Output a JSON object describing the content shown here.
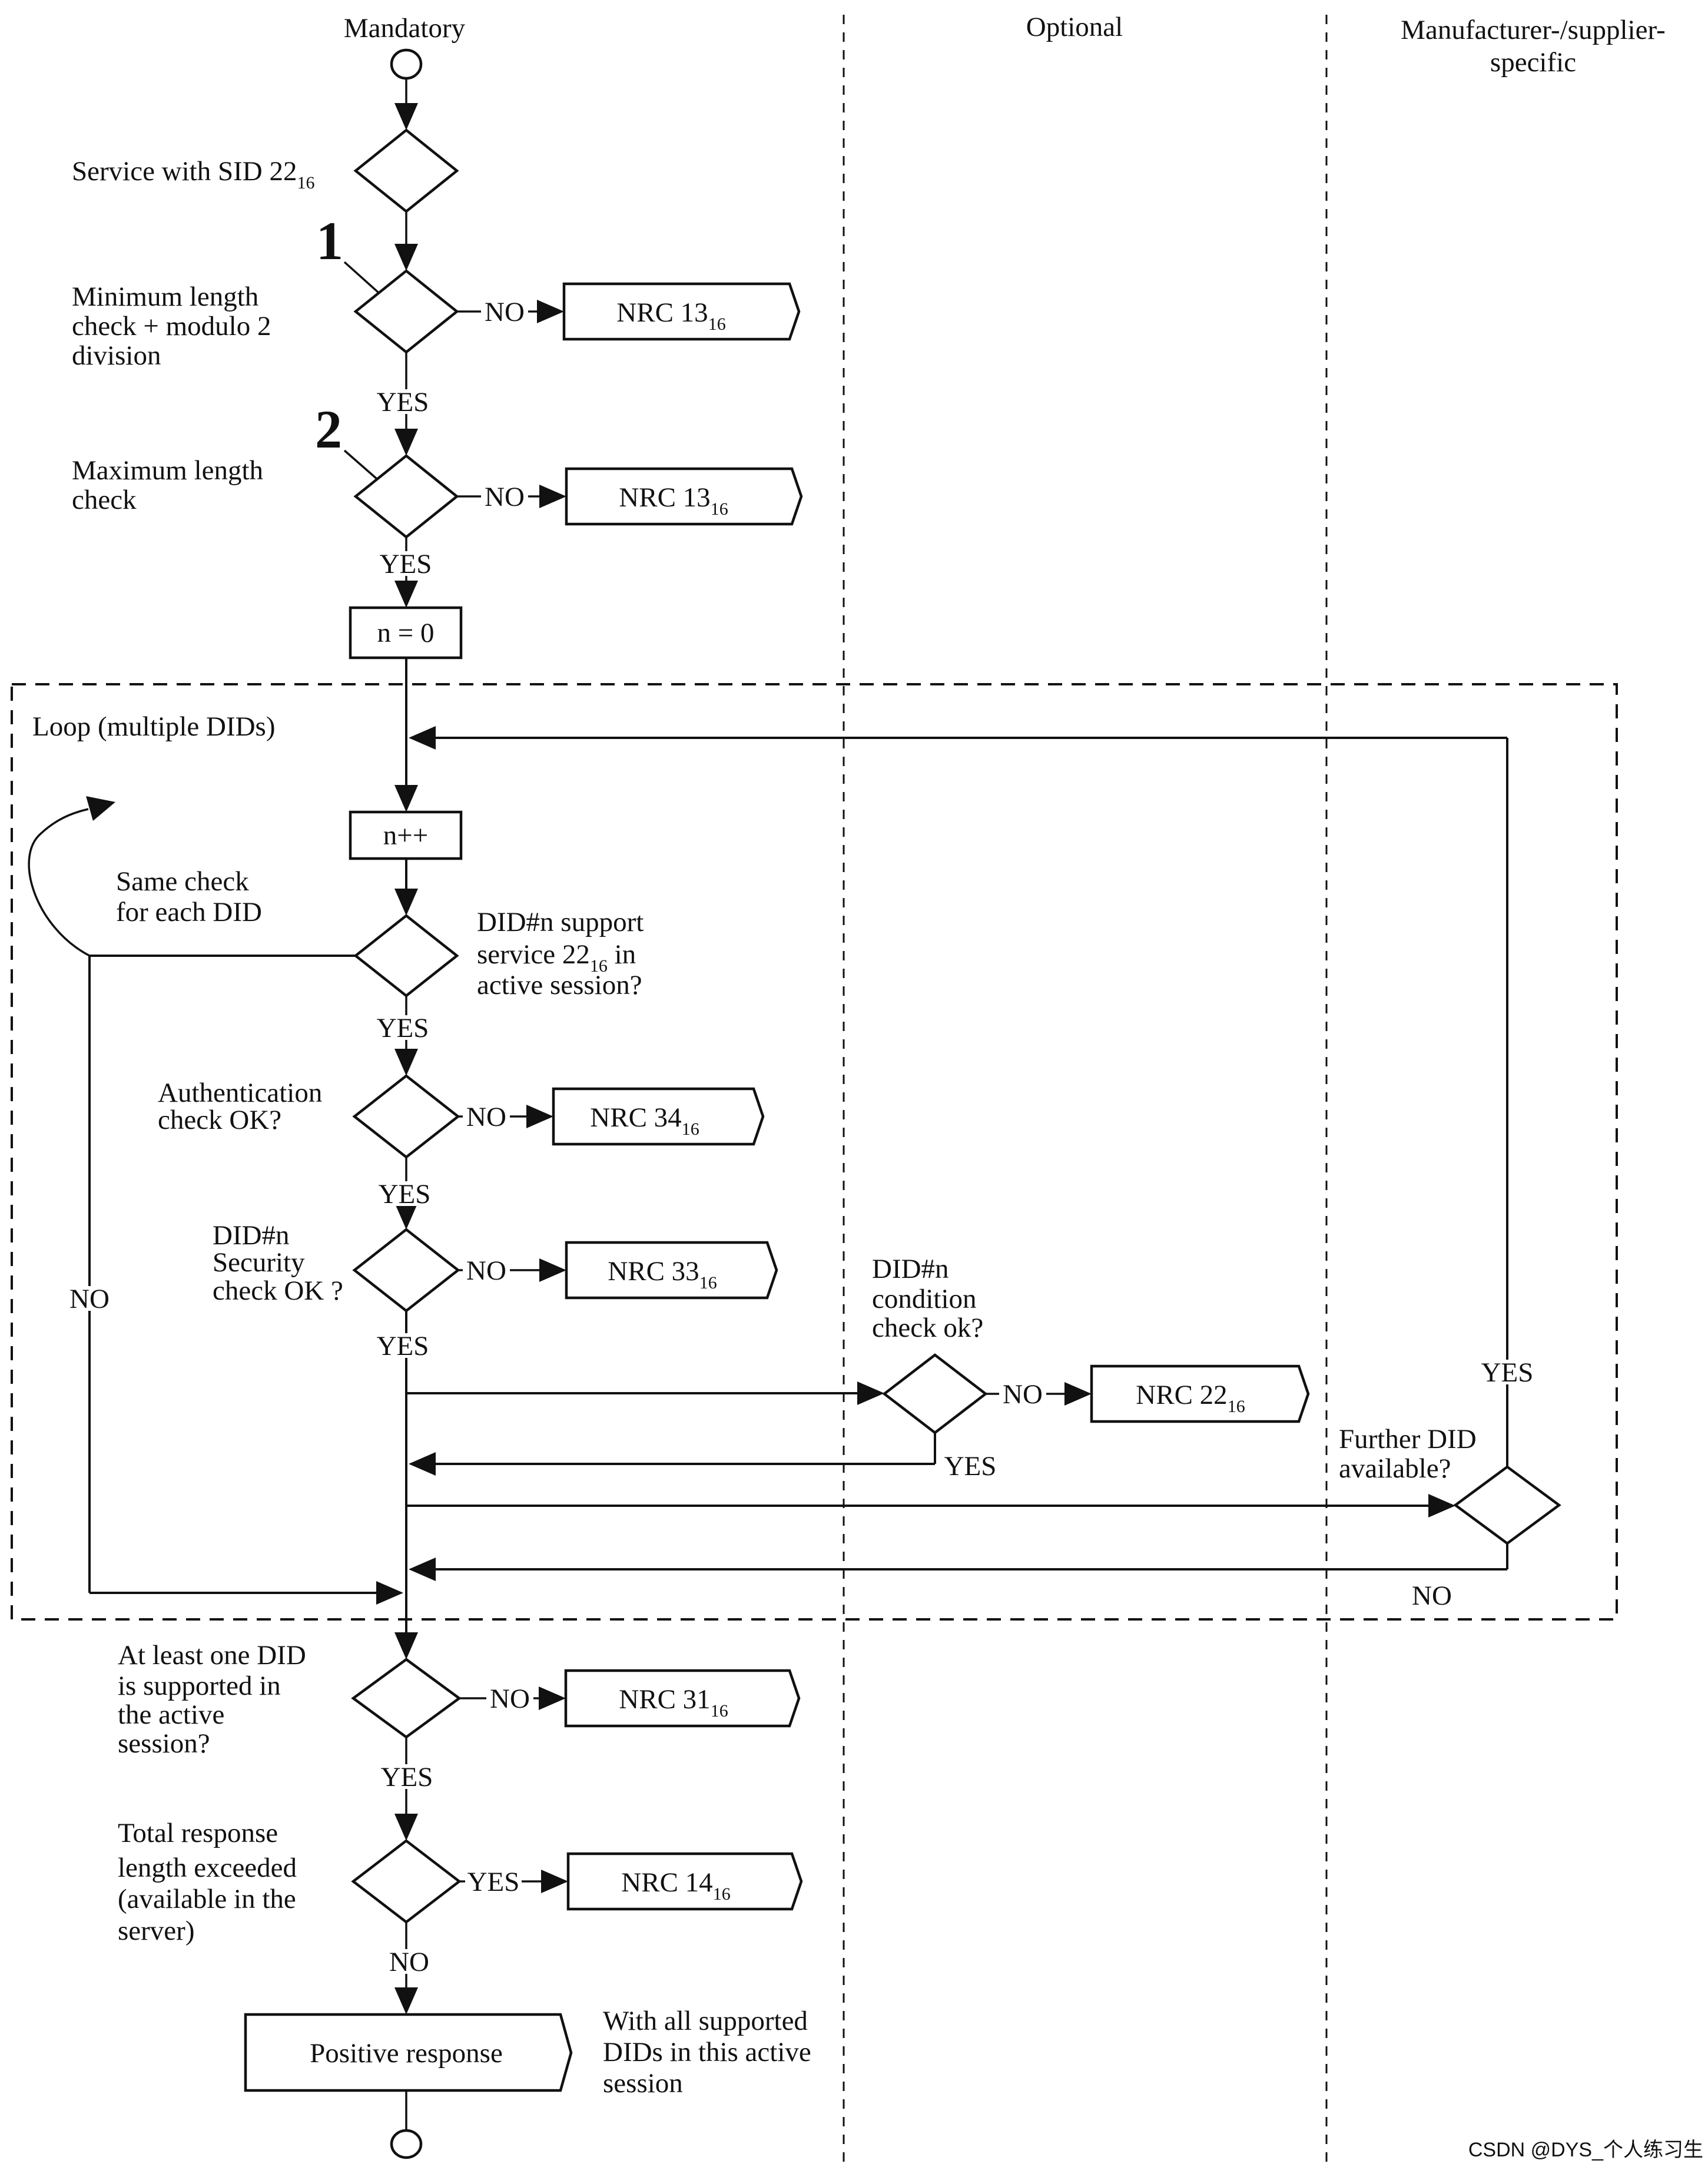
{
  "header": {
    "mandatory": "Mandatory",
    "optional": "Optional",
    "manufacturer1": "Manufacturer-/supplier-",
    "manufacturer2": "specific"
  },
  "loop": {
    "title": "Loop (multiple DIDs)"
  },
  "markers": {
    "one": "1",
    "two": "2"
  },
  "labels": {
    "service_sid_text": "Service with SID 22",
    "service_sid_sub": "16",
    "min_length": [
      "Minimum length",
      "check + modulo 2",
      "division"
    ],
    "max_length": [
      "Maximum length",
      "check"
    ],
    "same_check": [
      "Same check",
      "for each DID"
    ],
    "did_support_l1": "DID#n support",
    "did_support_l2a": "service 22",
    "did_support_l2sub": "16",
    "did_support_l2b": " in",
    "did_support_l3": "active session?",
    "auth": [
      "Authentication",
      "check OK?"
    ],
    "security": [
      "DID#n",
      "Security",
      "check OK ?"
    ],
    "condition": [
      "DID#n",
      "condition",
      "check ok?"
    ],
    "further": [
      "Further DID",
      "available?"
    ],
    "at_least": [
      "At least one DID",
      "is supported in",
      "the active",
      "session?"
    ],
    "total": [
      "Total response",
      "length exceeded",
      "(available in the",
      "server)"
    ],
    "with_all": [
      "With all supported",
      "DIDs in this active",
      "session"
    ]
  },
  "process": {
    "n0": "n = 0",
    "npp": "n++",
    "positive": "Positive response"
  },
  "nrc": {
    "n13a": {
      "t": "NRC 13",
      "s": "16"
    },
    "n13b": {
      "t": "NRC 13",
      "s": "16"
    },
    "n34": {
      "t": "NRC 34",
      "s": "16"
    },
    "n33": {
      "t": "NRC 33",
      "s": "16"
    },
    "n22": {
      "t": "NRC 22",
      "s": "16"
    },
    "n31": {
      "t": "NRC 31",
      "s": "16"
    },
    "n14": {
      "t": "NRC 14",
      "s": "16"
    }
  },
  "branches": {
    "min_no": "NO",
    "min_yes": "YES",
    "max_no": "NO",
    "max_yes": "YES",
    "support_yes": "YES",
    "support_no": "NO",
    "auth_no": "NO",
    "auth_yes": "YES",
    "sec_no": "NO",
    "sec_yes": "YES",
    "cond_no": "NO",
    "cond_yes": "YES",
    "further_yes": "YES",
    "further_no": "NO",
    "least_no": "NO",
    "least_yes": "YES",
    "total_yes": "YES",
    "total_no": "NO"
  },
  "watermark": "CSDN @DYS_个人练习生",
  "colors": {
    "ink": "#111111",
    "bg": "#ffffff",
    "watermark": "#c9bcbc"
  }
}
